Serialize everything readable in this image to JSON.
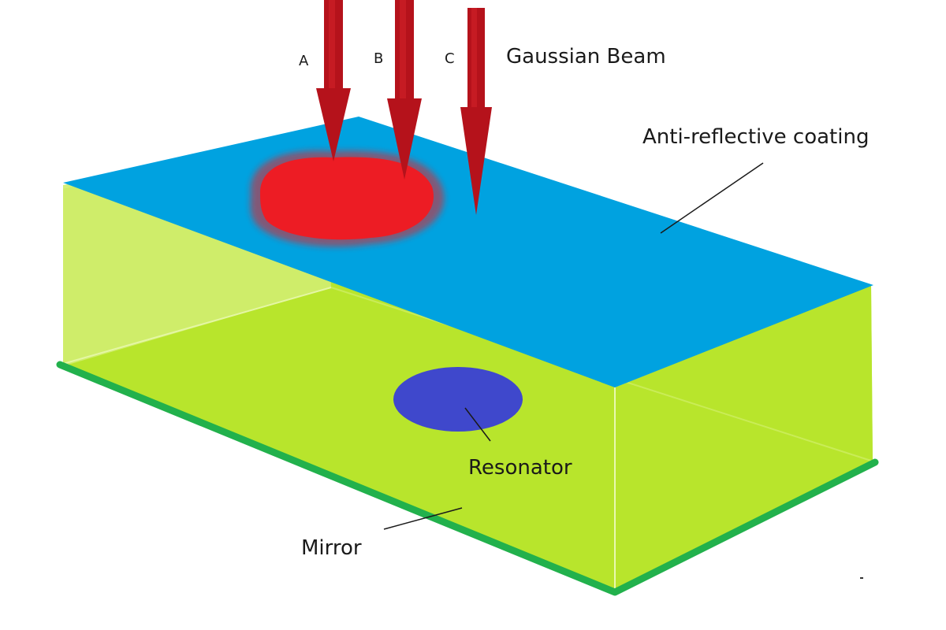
{
  "labels": {
    "arrow_a": "A",
    "arrow_b": "B",
    "arrow_c": "C",
    "beam": "Gaussian Beam",
    "coating": "Anti-reflective coating",
    "resonator": "Resonator",
    "mirror": "Mirror"
  },
  "colors": {
    "coating_blue": "#00a2e0",
    "slab_green": "#b5e61d",
    "slab_light": "#cfee6a",
    "mirror_green": "#22b14c",
    "resonator_blue": "#3f48cc",
    "beam_red": "#ed1c24",
    "arrow_red": "#b5121b"
  },
  "icons": {
    "arrow": "down-arrow-icon",
    "spot": "beam-spot-icon"
  }
}
